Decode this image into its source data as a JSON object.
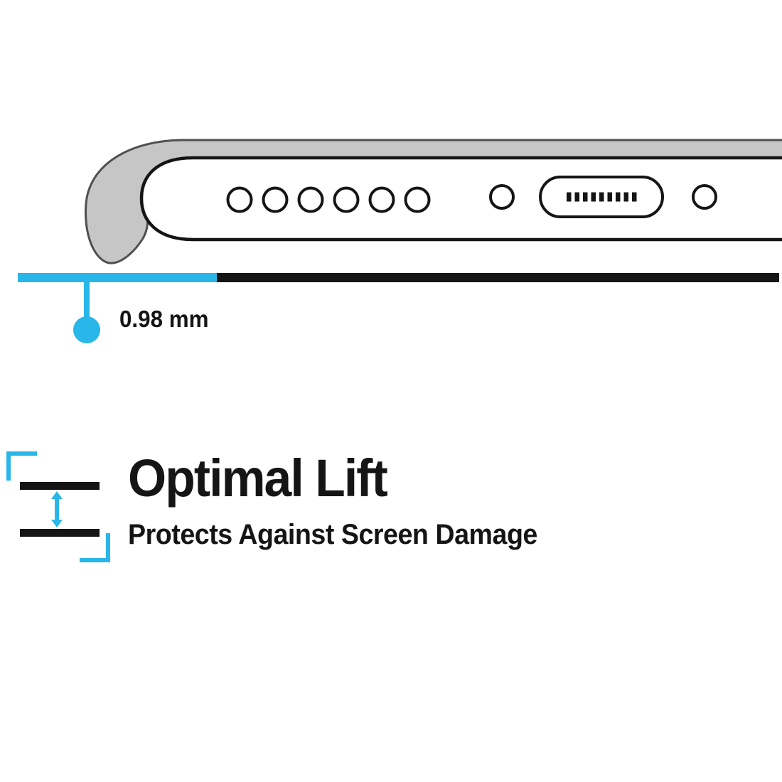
{
  "page": {
    "background": "#ffffff"
  },
  "colors": {
    "accent_cyan": "#29b6e8",
    "ink": "#151515",
    "case_fill": "#c6c6c6",
    "case_stroke": "#4f4f4f"
  },
  "diagram": {
    "measurement_label": "0.98 mm",
    "speaker_hole_count": 6
  },
  "feature": {
    "title": "Optimal Lift",
    "subtitle": "Protects Against Screen Damage"
  }
}
